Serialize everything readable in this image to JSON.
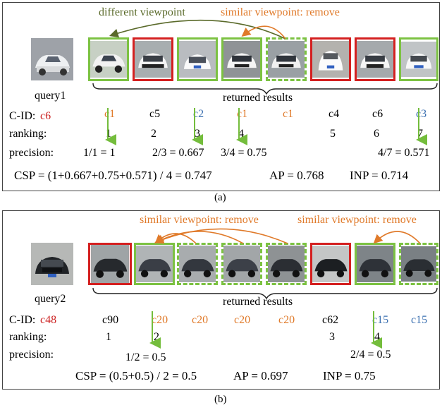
{
  "colors": {
    "red": "#cc2222",
    "orange": "#e07a2a",
    "blue": "#3a6fb0",
    "green_arrow": "#74bd3c",
    "olive": "#5a6a2a",
    "red_border": "#d42020",
    "green_border": "#7cc242"
  },
  "panel_a": {
    "label_different": "different viewpoint",
    "label_similar": "similar viewpoint: remove",
    "query_label": "query1",
    "returned_label": "returned results",
    "row_cid": "C-ID:",
    "row_ranking": "ranking:",
    "row_precision": "precision:",
    "query_cid": "c6",
    "cids": [
      "c1",
      "c5",
      "c2",
      "c1",
      "c1",
      "c4",
      "c6",
      "c3"
    ],
    "rankings": [
      "1",
      "2",
      "3",
      "4",
      "5",
      "6",
      "7"
    ],
    "precisions": [
      "1/1 = 1",
      "2/3 = 0.667",
      "3/4 = 0.75",
      "4/7 = 0.571"
    ],
    "csp": "CSP = (1+0.667+0.75+0.571) / 4 = 0.747",
    "ap": "AP =  0.768",
    "inp": "INP =  0.714",
    "caption": "(a)"
  },
  "panel_b": {
    "label_similar_1": "similar viewpoint: remove",
    "label_similar_2": "similar viewpoint: remove",
    "query_label": "query2",
    "returned_label": "returned results",
    "row_cid": "C-ID:",
    "row_ranking": "ranking:",
    "row_precision": "precision:",
    "query_cid": "c48",
    "cids": [
      "c90",
      "c20",
      "c20",
      "c20",
      "c20",
      "c62",
      "c15",
      "c15"
    ],
    "rankings": [
      "1",
      "2",
      "3",
      "4"
    ],
    "precisions": [
      "1/2 = 0.5",
      "2/4 = 0.5"
    ],
    "csp": "CSP = (0.5+0.5) / 2 = 0.5",
    "ap": "AP =  0.697",
    "inp": "INP =  0.75",
    "caption": "(b)"
  }
}
